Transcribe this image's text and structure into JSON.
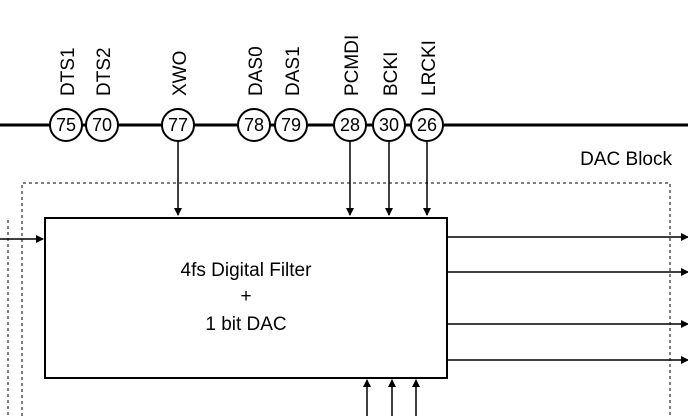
{
  "pins": [
    {
      "name": "DTS1",
      "number": "75"
    },
    {
      "name": "DTS2",
      "number": "70"
    },
    {
      "name": "XWO",
      "number": "77"
    },
    {
      "name": "DAS0",
      "number": "78"
    },
    {
      "name": "DAS1",
      "number": "79"
    },
    {
      "name": "PCMDI",
      "number": "28"
    },
    {
      "name": "BCKI",
      "number": "30"
    },
    {
      "name": "LRCKI",
      "number": "26"
    }
  ],
  "dac_block": {
    "label": "DAC Block"
  },
  "filter": {
    "line1": "4fs Digital Filter",
    "line2": "+",
    "line3": "1 bit DAC"
  }
}
